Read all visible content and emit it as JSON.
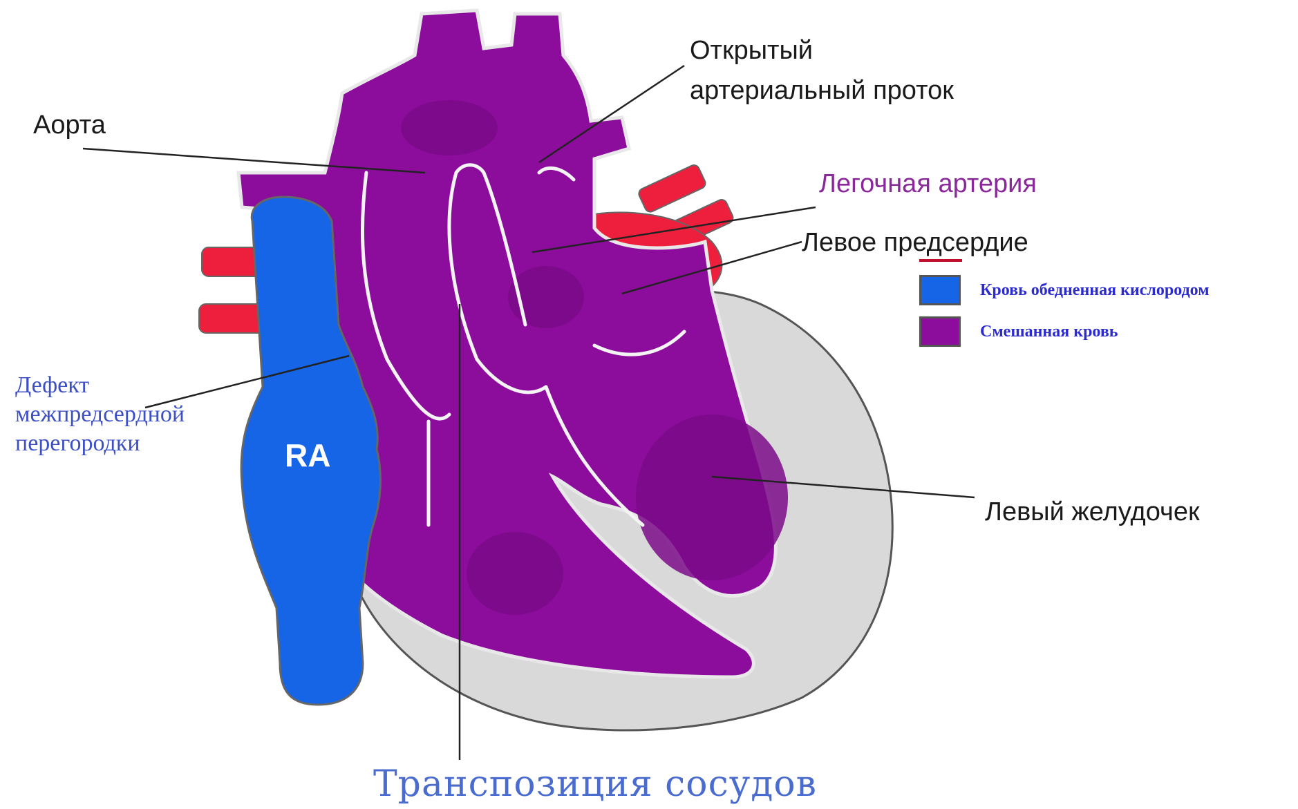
{
  "labels": {
    "aorta": "Аорта",
    "ductus_line1": "Открытый",
    "ductus_line2": "артериальный проток",
    "pulmonary_artery": "Легочная артерия",
    "left_atrium": "Левое предсердие",
    "left_ventricle": "Левый желудочек",
    "septal_defect_line1": "Дефект",
    "septal_defect_line2": "межпредсердной",
    "septal_defect_line3": "перегородки",
    "ra": "RA",
    "title": "Транспозиция сосудов"
  },
  "legend": {
    "items": [
      {
        "label": "Кровь обедненная кислородом",
        "color": "#1565e6"
      },
      {
        "label": "Смешанная кровь",
        "color": "#8c0c9c"
      }
    ]
  },
  "colors": {
    "mixed_blood": "#8c0c9c",
    "deoxygenated_blood": "#1565e6",
    "oxygenated_blood": "#ee1f3c",
    "muscle": "#d9d9d9",
    "leader_line": "#222222"
  }
}
